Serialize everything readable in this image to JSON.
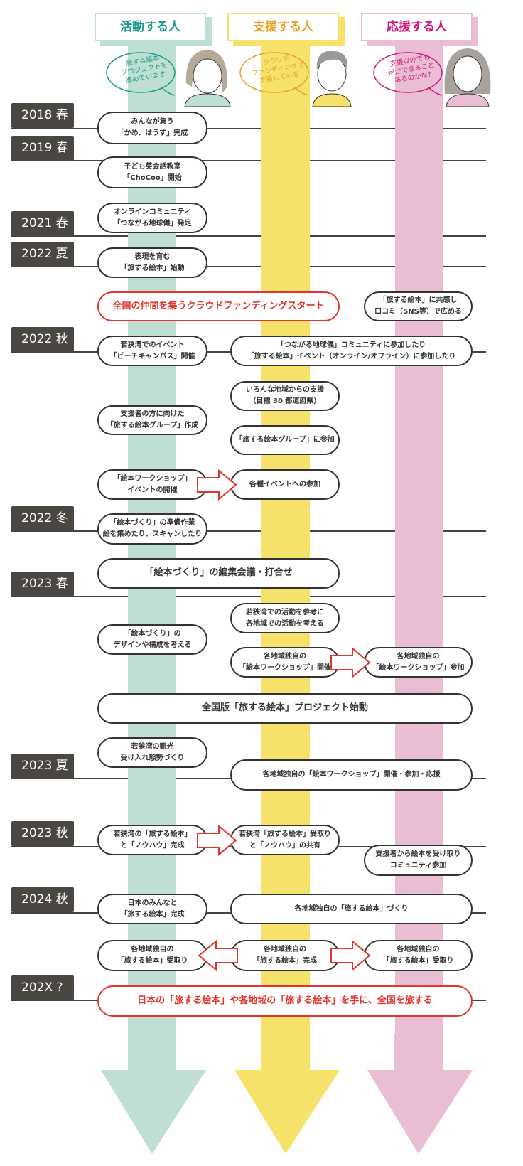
{
  "columns": [
    {
      "title": "活動する人",
      "bubble": "旅する絵本\nプロジェクトを\n進めています",
      "color": "#1a9a8a"
    },
    {
      "title": "支援する人",
      "bubble": "クラウド\nファンディングで\n支援してみる",
      "color": "#e8a020"
    },
    {
      "title": "応援する人",
      "bubble": "支援以外でも\n何かできること\nあるのかな?",
      "color": "#d4147a"
    }
  ],
  "years": [
    "2018 春",
    "2019 春",
    "2021 春",
    "2022 夏",
    "2022 秋",
    "2022 冬",
    "2023 春",
    "2023 夏",
    "2023 秋",
    "2024 秋",
    "202X ?"
  ],
  "events": {
    "e1": "みんなが集う\n「かめ．はうす」完成",
    "e2": "子ども英会話教室\n「ChoCoo」開始",
    "e3": "オンラインコミュニティ\n「つながる地球儀」発足",
    "e4": "表現を育む\n「旅する絵本」始動",
    "e5": "全国の仲間を集うクラウドファンディングスタート",
    "e6": "「旅する絵本」に共感し\n口コミ（SNS等）で広める",
    "e7": "若狭湾でのイベント\n「ビーチキャンパス」開催",
    "e8": "「つながる地球儀」コミュニティに参加したり\n「旅する絵本」イベント（オンライン/オフライン）に参加したり",
    "e9": "いろんな地域からの支援\n（目標 30 都道府県）",
    "e10": "支援者の方に向けた\n「旅する絵本グループ」作成",
    "e11": "「旅する絵本グループ」に参加",
    "e12": "「絵本ワークショップ」\nイベントの開催",
    "e13": "各種イベントへの参加",
    "e14": "「絵本づくり」の準備作業\n絵を集めたり、スキャンしたり",
    "e15": "「絵本づくり」の編集会議・打合せ",
    "e16": "若狭湾での活動を参考に\n各地域での活動を考える",
    "e17": "「絵本づくり」の\nデザインや構成を考える",
    "e18": "各地域独自の\n「絵本ワークショップ」開催",
    "e19": "各地域独自の\n「絵本ワークショップ」参加",
    "e20": "全国版「旅する絵本」プロジェクト始動",
    "e21": "若狭湾の観光\n受け入れ態勢づくり",
    "e22": "各地域独自の「絵本ワークショップ」開催・参加・応援",
    "e23": "若狭湾の「旅する絵本」\nと「ノウハウ」完成",
    "e24": "若狭湾「旅する絵本」受取り\nと「ノウハウ」の共有",
    "e25": "支援者から絵本を受け取り\nコミュニティ参加",
    "e26": "日本のみんなと\n「旅する絵本」完成",
    "e27": "各地域独自の「旅する絵本」づくり",
    "e28": "各地域独自の\n「旅する絵本」受取り",
    "e29": "各地域独自の\n「旅する絵本」完成",
    "e30": "各地域独自の\n「旅する絵本」受取り",
    "e31": "日本の「旅する絵本」や各地域の「旅する絵本」を手に、全国を旅する"
  },
  "colors": {
    "teal": "#bfdfd2",
    "yellow": "#f6e16a",
    "pink": "#e9bdd3",
    "red": "#e0362c",
    "label": "#4a4743"
  }
}
